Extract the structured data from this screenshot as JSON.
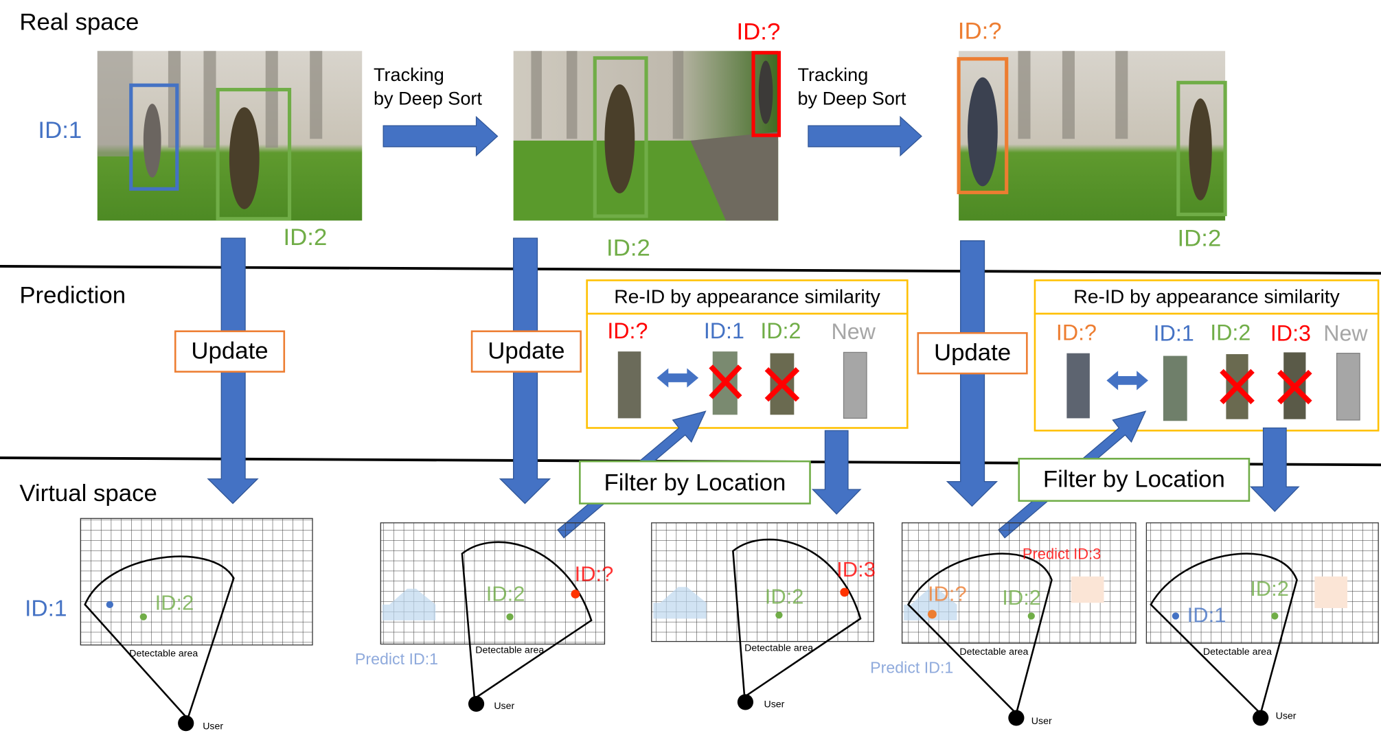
{
  "colors": {
    "blue": "#4472C4",
    "green": "#70AD47",
    "red": "#FF0000",
    "orange": "#ED7D31",
    "gold": "#FFC000",
    "gray": "#A6A6A6",
    "arrow": "#4472C4"
  },
  "rows": {
    "real": "Real space",
    "prediction": "Prediction",
    "virtual": "Virtual space"
  },
  "real_space": {
    "tracking_line1": "Tracking",
    "tracking_line2": "by Deep Sort",
    "frame1": {
      "id1": "ID:1",
      "id2": "ID:2"
    },
    "frame2": {
      "id_unknown": "ID:?",
      "id2": "ID:2"
    },
    "frame3": {
      "id_unknown": "ID:?",
      "id2": "ID:2"
    }
  },
  "prediction": {
    "update": "Update",
    "reid_title": "Re-ID by appearance similarity",
    "reid1": {
      "query": "ID:?",
      "c1": "ID:1",
      "c2": "ID:2",
      "new": "New"
    },
    "reid2": {
      "query": "ID:?",
      "c1": "ID:1",
      "c2": "ID:2",
      "c3": "ID:3",
      "new": "New"
    },
    "filter": "Filter by Location"
  },
  "virtual_space": {
    "detectable_area": "Detectable area",
    "user": "User",
    "grid1": {
      "side_label": "ID:1",
      "id2": "ID:2"
    },
    "grid2": {
      "predict": "Predict ID:1",
      "id2": "ID:2",
      "unknown": "ID:?"
    },
    "grid3": {
      "id2": "ID:2",
      "id3": "ID:3"
    },
    "grid4": {
      "predict": "Predict ID:1",
      "predict3": "Predict ID:3",
      "unknown": "ID:?",
      "id2": "ID:2"
    },
    "grid5": {
      "id1": "ID:1",
      "id2": "ID:2"
    }
  }
}
